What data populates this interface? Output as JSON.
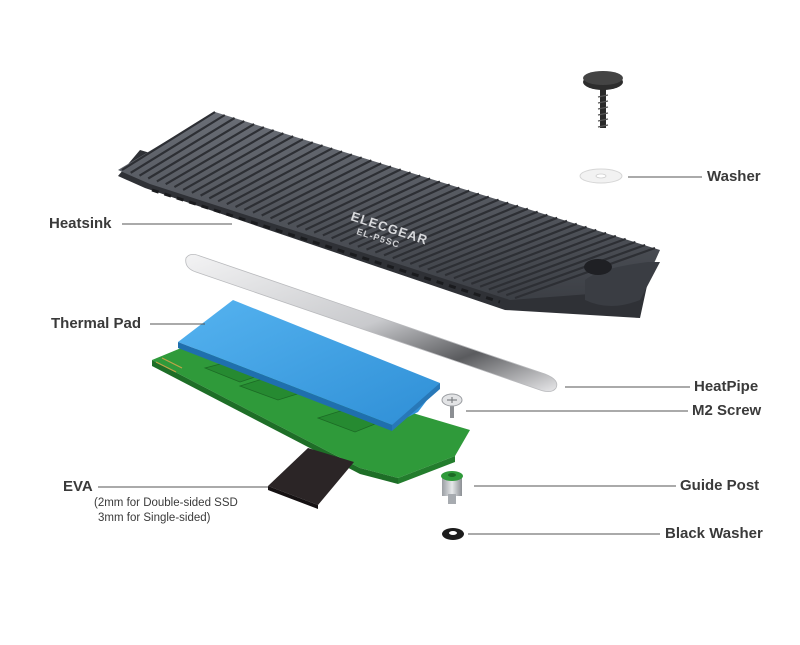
{
  "brand": "ELECGEAR",
  "model": "EL-P5SC",
  "labels": {
    "washer": "Washer",
    "heatsink": "Heatsink",
    "thermal_pad": "Thermal Pad",
    "heatpipe": "HeatPipe",
    "m2_screw": "M2 Screw",
    "eva": "EVA",
    "eva_note_1": "(2mm for Double-sided SSD",
    "eva_note_2": "3mm for Single-sided)",
    "guide_post": "Guide Post",
    "black_washer": "Black Washer"
  },
  "colors": {
    "heatsink": "#4a4d54",
    "thermal_pad": "#3f9ee0",
    "pcb": "#2f9a3a",
    "heatpipe": "#d9dadc",
    "eva": "#2b2526",
    "leader": "#555555"
  }
}
